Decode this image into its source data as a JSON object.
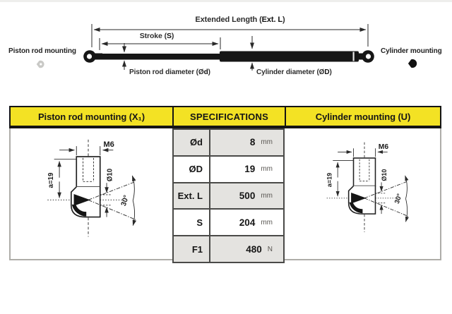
{
  "diagram": {
    "labels": {
      "extended_length": {
        "prefix": "Extended Length (",
        "bold": "Ext. L",
        "suffix": ")"
      },
      "stroke": {
        "prefix": "Stroke (",
        "bold": "S",
        "suffix": ")"
      },
      "piston_rod_mounting": "Piston rod mounting",
      "cylinder_mounting": "Cylinder mounting",
      "piston_rod_diameter": {
        "prefix": "Piston rod diameter (Ø",
        "bold": "d",
        "suffix": ")"
      },
      "cylinder_diameter": {
        "prefix": "Cylinder diameter (Ø",
        "bold": "D",
        "suffix": ")"
      }
    }
  },
  "mounting": {
    "thread": "M6",
    "length_dim": "a=19",
    "eye_diameter": "Ø10",
    "swing_angle": "30°"
  },
  "table": {
    "colors": {
      "header_bg": "#f3e224",
      "alt_row_bg": "#e4e3e0",
      "border_dark": "#141414"
    },
    "headers": [
      {
        "label": "Piston rod mounting (X₁)"
      },
      {
        "label": "SPECIFICATIONS"
      },
      {
        "label": "Cylinder mounting (U)"
      }
    ],
    "specs": [
      {
        "label": "Ød",
        "value": "8",
        "unit": "mm"
      },
      {
        "label": "ØD",
        "value": "19",
        "unit": "mm"
      },
      {
        "label": "Ext. L",
        "value": "500",
        "unit": "mm"
      },
      {
        "label": "S",
        "value": "204",
        "unit": "mm"
      },
      {
        "label": "F1",
        "value": "480",
        "unit": "N"
      }
    ]
  }
}
